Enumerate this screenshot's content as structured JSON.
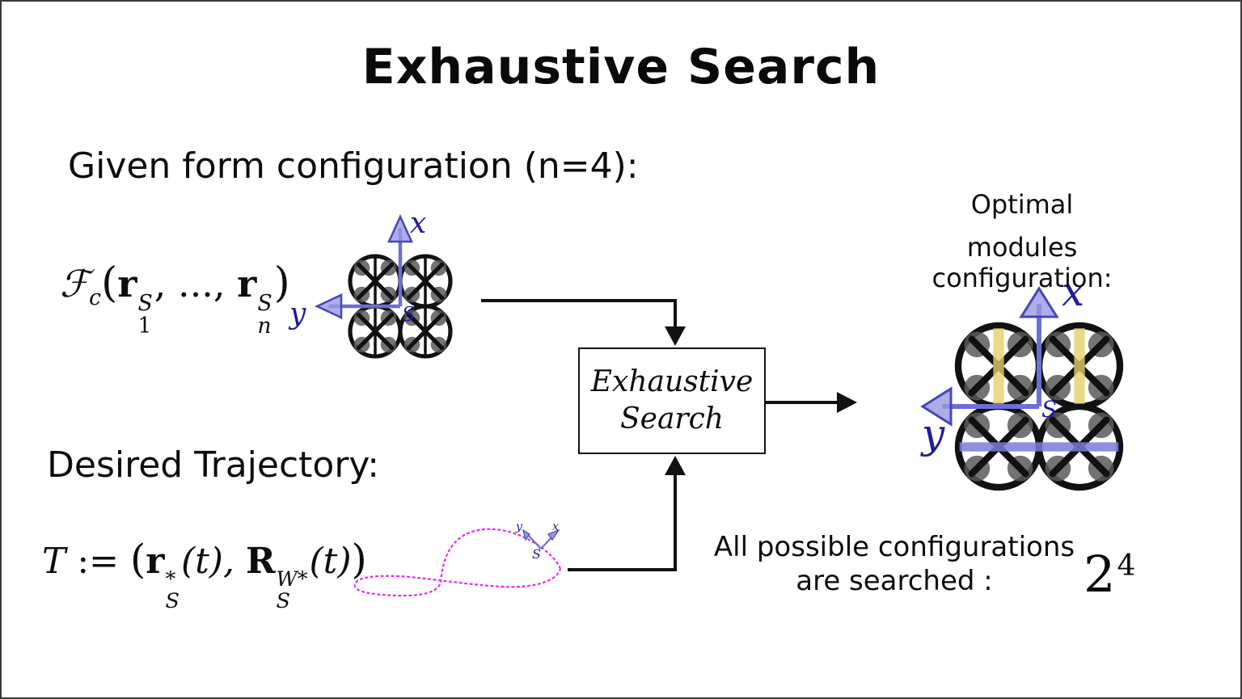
{
  "title": "Exhaustive Search",
  "labels": {
    "given": "Given form configuration (n=4):",
    "desired": "Desired Trajectory:",
    "optimal_line1": "Optimal",
    "optimal_line2": "modules configuration:",
    "searched_line1": "All possible configurations",
    "searched_line2": "are searched :",
    "pow_base": "2",
    "pow_exp": "4"
  },
  "box": {
    "line1": "Exhaustive",
    "line2": "Search"
  },
  "formula_form": {
    "fname": "ℱ",
    "fsub": "c",
    "open": "(",
    "r1": "r",
    "r1sup": "S",
    "r1sub": "1",
    "dots": ", ..., ",
    "rn": "r",
    "rnsup": "S",
    "rnsub": "n",
    "close": ")"
  },
  "formula_traj": {
    "tname": "T",
    "assign": " := ",
    "open": "(",
    "r": "r",
    "rsup": "*",
    "rsub": "S",
    "t1": "(t), ",
    "Rname": "R",
    "Rsup": "W*",
    "Rsub": "S",
    "t2": "(t)",
    "close": ")"
  },
  "axes": {
    "x": "x",
    "y": "y",
    "s": "S"
  },
  "colors": {
    "axis_blue": "#6e6ed6",
    "axis_arrow_fill": "#9898e2",
    "label_navy": "#1d1d9e",
    "trajectory_magenta": "#ee2bee",
    "bar_yellow": "#e6cf6e",
    "bar_blue": "#7b7bdc",
    "ink": "#111111",
    "border": "#3a3a3a"
  }
}
